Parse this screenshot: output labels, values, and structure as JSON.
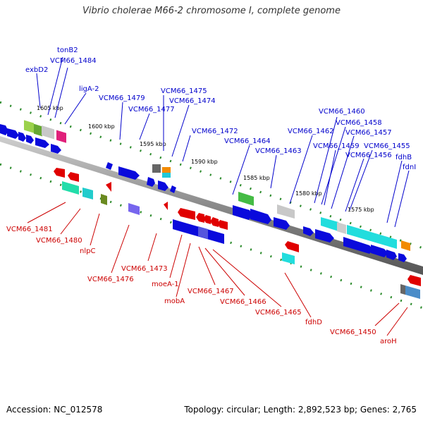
{
  "title": "Vibrio cholerae M66-2 chromosome I, complete genome",
  "footer": {
    "accession": "Accession: NC_012578",
    "topology": "Topology: circular; Length: 2,892,523 bp; Genes: 2,765"
  },
  "colors": {
    "forward": "#0a0adc",
    "reverse": "#e00000",
    "label_forward": "#0000cc",
    "label_reverse": "#cc0000",
    "backbone": "#888888"
  },
  "scale_labels": [
    "1605 kbp",
    "1600 kbp",
    "1595 kbp",
    "1590 kbp",
    "1585 kbp",
    "1580 kbp",
    "1575 kbp"
  ],
  "forward_labels": [
    "tonB2",
    "VCM66_1484",
    "exbD2",
    "ligA-2",
    "VCM66_1479",
    "VCM66_1475",
    "VCM66_1474",
    "VCM66_1477",
    "VCM66_1472",
    "VCM66_1464",
    "VCM66_1463",
    "VCM66_1462",
    "VCM66_1460",
    "VCM66_1458",
    "VCM66_1457",
    "VCM66_1459",
    "VCM66_1455",
    "VCM66_1456",
    "fdhB",
    "fdnI"
  ],
  "reverse_labels": [
    "VCM66_1481",
    "VCM66_1480",
    "nlpC",
    "VCM66_1476",
    "VCM66_1473",
    "moeA-1",
    "mobA",
    "VCM66_1467",
    "VCM66_1466",
    "VCM66_1465",
    "fdhD",
    "VCM66_1450",
    "aroH"
  ]
}
